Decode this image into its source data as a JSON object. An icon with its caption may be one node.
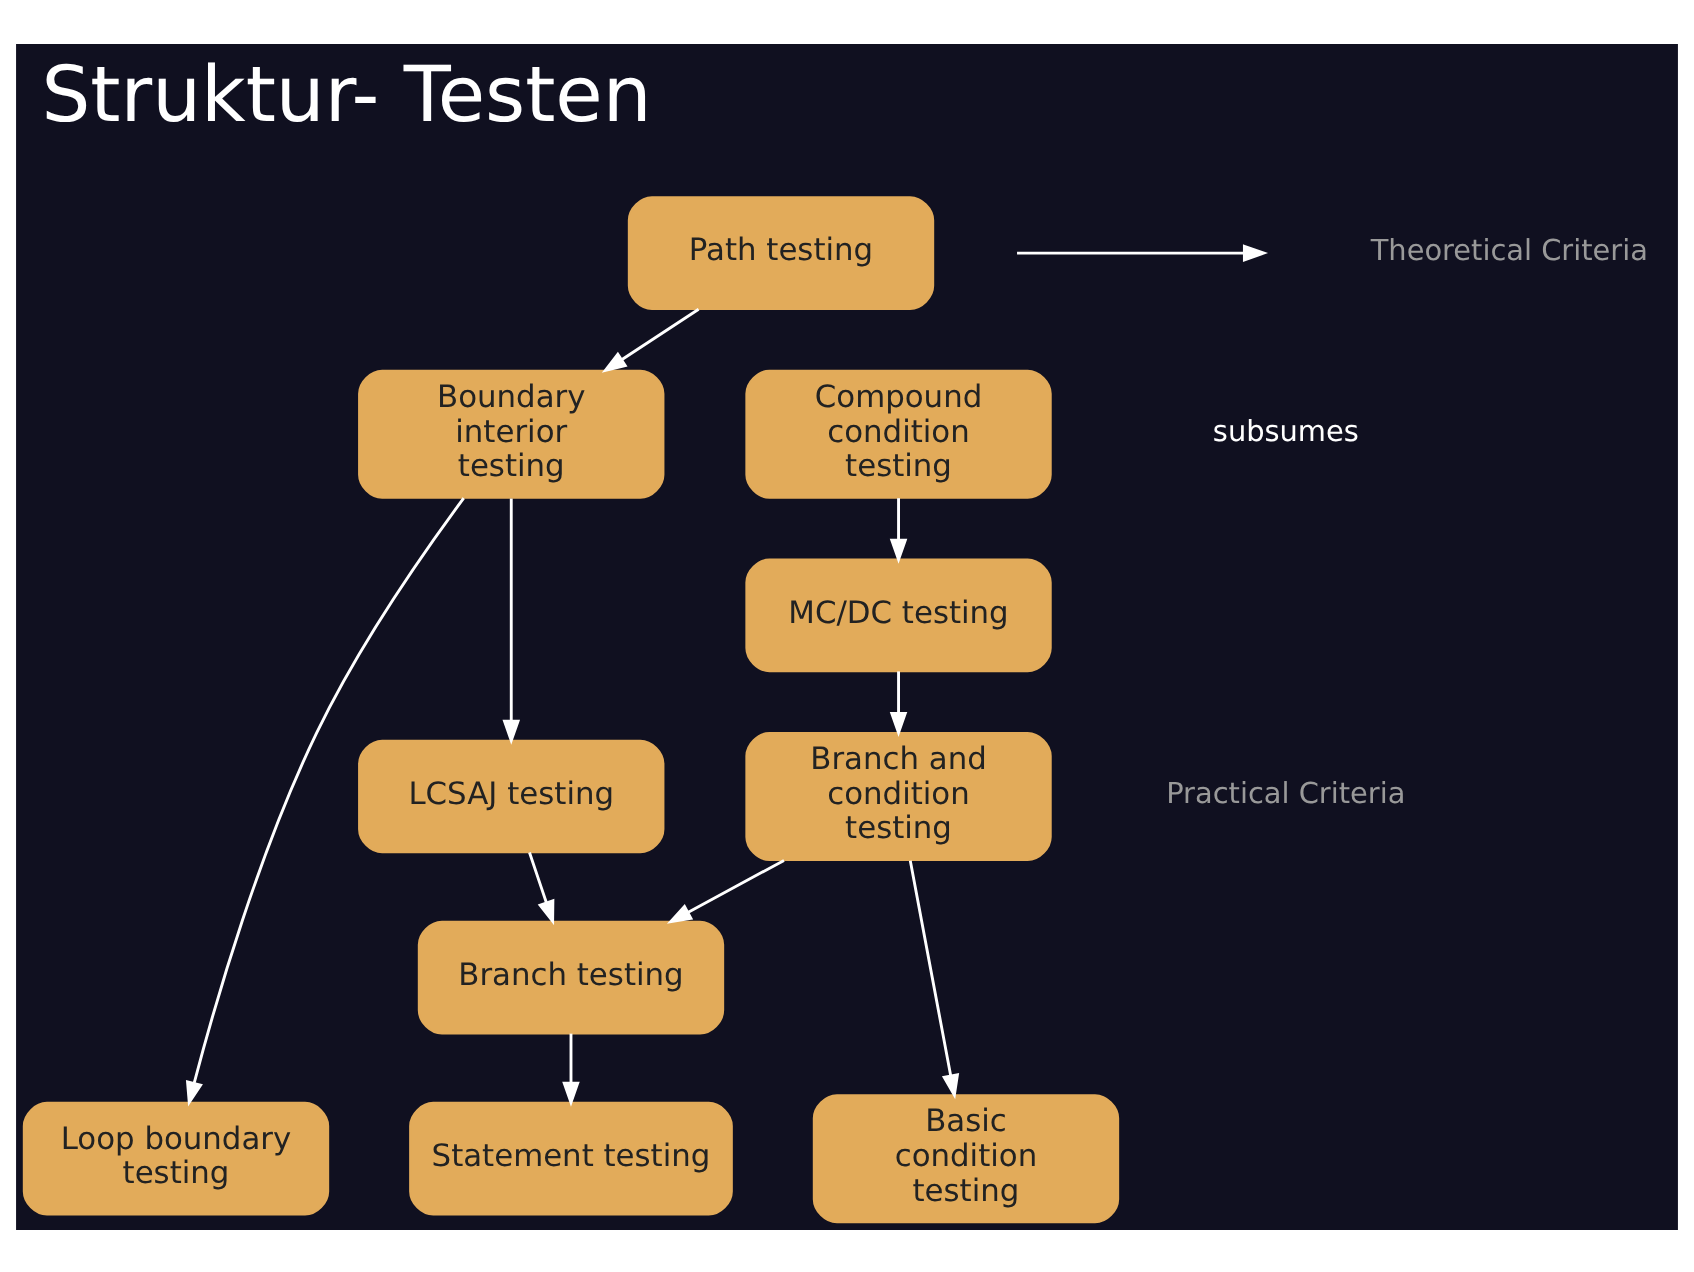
{
  "diagram": {
    "title": "Struktur- Testen",
    "nodes": [
      {
        "text": [
          "Path testing"
        ]
      },
      {
        "text": [
          "Boundary interior testing"
        ]
      },
      {
        "text": [
          "Compound condition testing"
        ]
      },
      {
        "text": [
          "MC/DC testing"
        ]
      },
      {
        "text": [
          "LCSAJ testing"
        ]
      },
      {
        "text": [
          "Branch and condition testing"
        ]
      },
      {
        "text": [
          "Branch testing"
        ]
      },
      {
        "text": [
          "Loop boundary testing"
        ]
      },
      {
        "text": [
          "Statement testing"
        ]
      },
      {
        "text": [
          "Basic condition testing"
        ]
      }
    ],
    "edges": [
      {
        "from": 0,
        "to": 1,
        "arrow": "to"
      },
      {
        "from": 1,
        "to": 4,
        "arrow": "to"
      },
      {
        "from": 1,
        "to": 7,
        "arrow": "to"
      },
      {
        "from": 2,
        "to": 3,
        "arrow": "to"
      },
      {
        "from": 3,
        "to": 5,
        "arrow": "to"
      },
      {
        "from": 4,
        "to": 6,
        "arrow": "to"
      },
      {
        "from": 5,
        "to": 6,
        "arrow": "to"
      },
      {
        "from": 5,
        "to": 9,
        "arrow": "to"
      },
      {
        "from": 6,
        "to": 8,
        "arrow": "to"
      }
    ],
    "labels": [
      "Theoretical Criteria",
      "Practical Criteria"
    ],
    "legend": [
      {
        "text": "subsumes"
      }
    ]
  }
}
